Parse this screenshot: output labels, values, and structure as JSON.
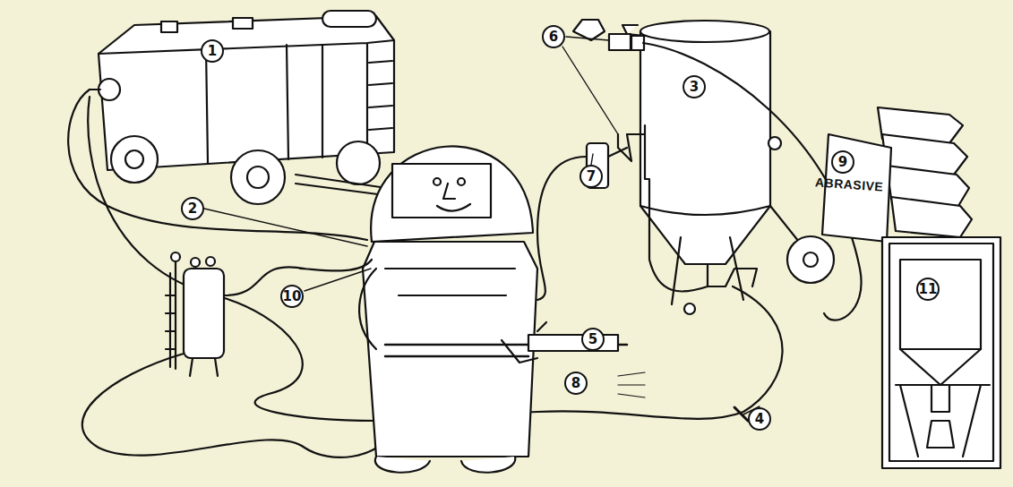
{
  "diagram": {
    "nodes": [
      {
        "text": [
          "1"
        ]
      },
      {
        "text": [
          "2"
        ]
      },
      {
        "text": [
          "3"
        ]
      },
      {
        "text": [
          "4"
        ]
      },
      {
        "text": [
          "5"
        ]
      },
      {
        "text": [
          "6"
        ]
      },
      {
        "text": [
          "7"
        ]
      },
      {
        "text": [
          "8"
        ]
      },
      {
        "text": [
          "9"
        ]
      },
      {
        "text": [
          "10"
        ]
      },
      {
        "text": [
          "11"
        ]
      }
    ],
    "labels": [
      "ABRASIVE"
    ]
  }
}
